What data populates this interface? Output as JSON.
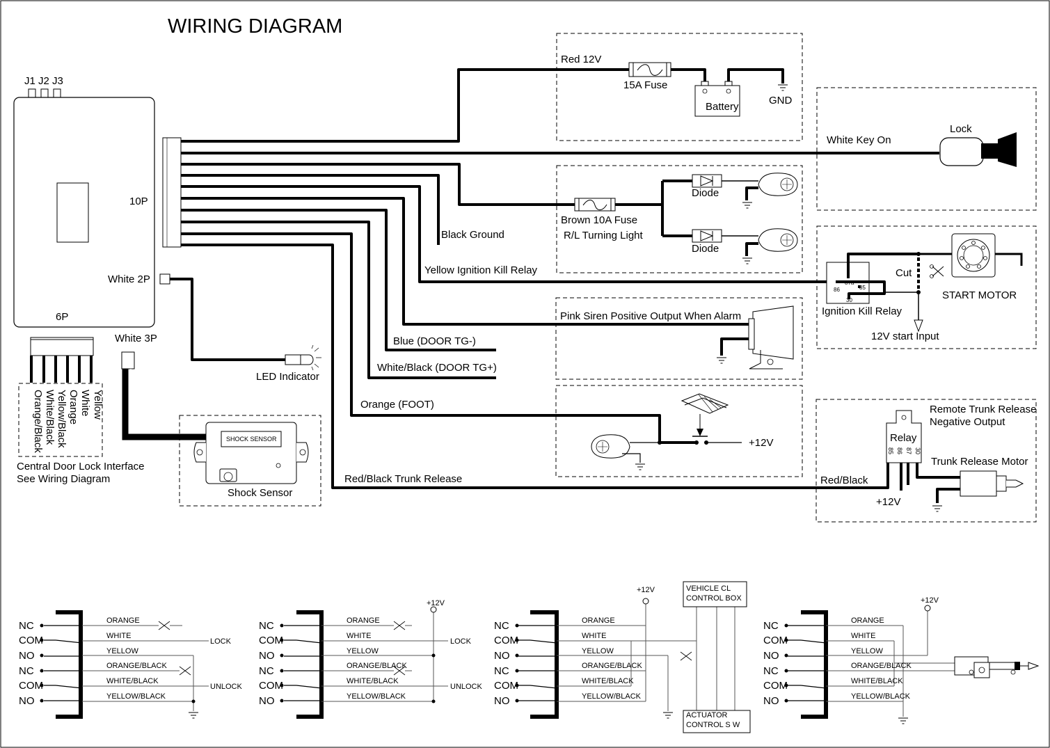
{
  "title": "WIRING DIAGRAM",
  "module": {
    "jumpers": "J1 J2 J3",
    "conn_10p": "10P",
    "conn_white2p": "White 2P",
    "conn_6p": "6P",
    "conn_white3p": "White 3P"
  },
  "power": {
    "red": "Red 12V",
    "fuse": "15A Fuse",
    "battery": "Battery",
    "gnd": "GND"
  },
  "lock": {
    "white_key_on": "White Key On",
    "lock": "Lock"
  },
  "turning": {
    "brown_fuse": "Brown 10A Fuse",
    "turning_light": "R/L Turning Light",
    "diode_top": "Diode",
    "diode_bottom": "Diode"
  },
  "wires": {
    "black_ground": "Black  Ground",
    "yellow_ignition": "Yellow Ignition Kill Relay",
    "pink_siren": "Pink Siren Positive Output When Alarm",
    "blue": "Blue (DOOR TG-)",
    "white_black": "White/Black (DOOR TG+)",
    "orange_foot": "Orange (FOOT)",
    "red_black_trunk": "Red/Black Trunk Release"
  },
  "led_indicator": "LED Indicator",
  "shock": {
    "box": "SHOCK SENSOR",
    "label": "Shock Sensor"
  },
  "start": {
    "cut": "Cut",
    "start_motor": "START MOTOR",
    "ignition_kill_relay": "Ignition Kill Relay",
    "start_input": "12V start Input",
    "pins": [
      "86",
      "87a",
      "85",
      "30"
    ]
  },
  "foot": {
    "plus12": "+12V"
  },
  "trunk": {
    "remote1": "Remote Trunk Release",
    "remote2": "Negative Output",
    "relay": "Relay",
    "motor": "Trunk Release Motor",
    "red_black": "Red/Black",
    "plus12": "+12V",
    "pins": [
      "85",
      "86",
      "87",
      "30"
    ]
  },
  "cdl": {
    "wires": [
      "Yellow",
      "White",
      "Orange",
      "Yellow/Black",
      "White/Black",
      "Orange/Black"
    ],
    "note1": "Central Door Lock Interface",
    "note2": "See Wiring Diagram"
  },
  "relay_terms": [
    "NC",
    "COM",
    "NO",
    "NC",
    "COM",
    "NO"
  ],
  "relay_wires": [
    "ORANGE",
    "WHITE",
    "YELLOW",
    "ORANGE/BLACK",
    "WHITE/BLACK",
    "YELLOW/BLACK"
  ],
  "bottom": {
    "lock": "LOCK",
    "unlock": "UNLOCK",
    "plus12": "+12V",
    "vehicle_box1": "VEHICLE CL",
    "vehicle_box2": "CONTROL BOX",
    "actuator1": "ACTUATOR",
    "actuator2": "CONTROL S W"
  }
}
